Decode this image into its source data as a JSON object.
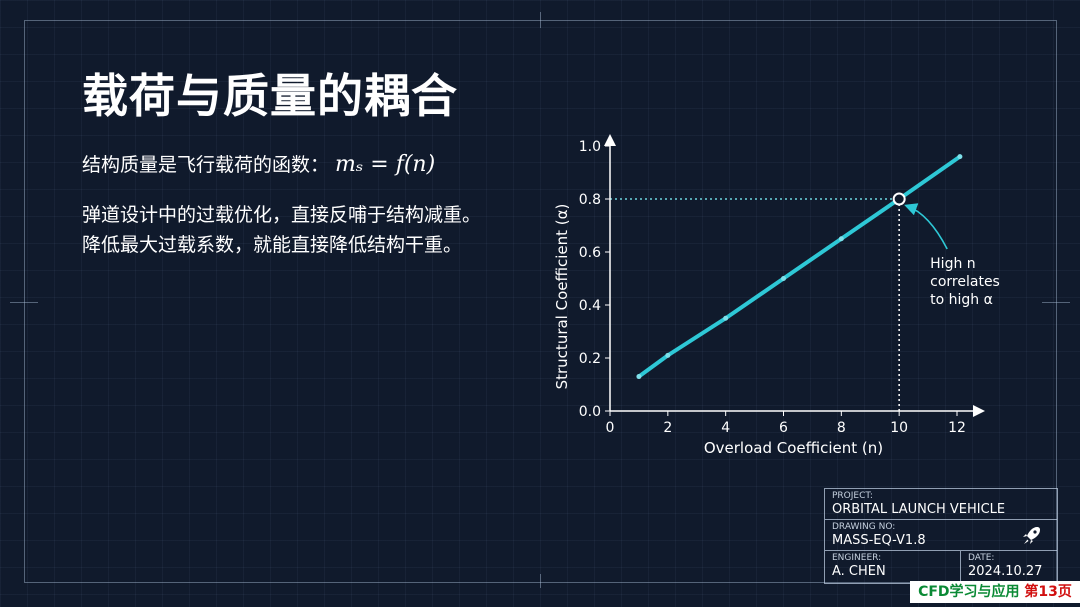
{
  "slide": {
    "title": "载荷与质量的耦合",
    "formula_text": "结构质量是飞行载荷的函数：",
    "formula_math": "mₛ = f(n)",
    "description": [
      "弹道设计中的过载优化，直接反哺于结构减重。",
      "降低最大过载系数，就能直接降低结构干重。"
    ]
  },
  "chart_data": {
    "type": "line",
    "xlabel": "Overload Coefficient (n)",
    "ylabel": "Structural Coefficient (α)",
    "xlim": [
      0,
      12
    ],
    "ylim": [
      0,
      1.0
    ],
    "xticks": [
      "0",
      "2",
      "4",
      "6",
      "8",
      "10",
      "12"
    ],
    "yticks": [
      "0.0",
      "0.2",
      "0.4",
      "0.6",
      "0.8",
      "1.0"
    ],
    "series": [
      {
        "x": [
          1,
          2,
          4,
          6,
          8,
          10,
          12.1
        ],
        "y": [
          0.13,
          0.21,
          0.35,
          0.5,
          0.65,
          0.8,
          0.96
        ]
      }
    ],
    "highlight": {
      "x": 10,
      "y": 0.8
    },
    "annotation_lines": [
      "High n",
      "correlates",
      "to high α"
    ],
    "colors": {
      "line": "#2ec8d6",
      "axis": "#ffffff",
      "guide": "#6fd6e0"
    },
    "grid": false
  },
  "title_block": {
    "project_label": "PROJECT:",
    "project": "ORBITAL LAUNCH VEHICLE",
    "drawing_label": "DRAWING NO:",
    "drawing": "MASS-EQ-V1.8",
    "engineer_label": "ENGINEER:",
    "engineer": "A. CHEN",
    "date_label": "DATE:",
    "date": "2024.10.27",
    "icon": "rocket-icon"
  },
  "badge": {
    "prefix": "CFD学习与应用 ",
    "page": "第13页"
  }
}
